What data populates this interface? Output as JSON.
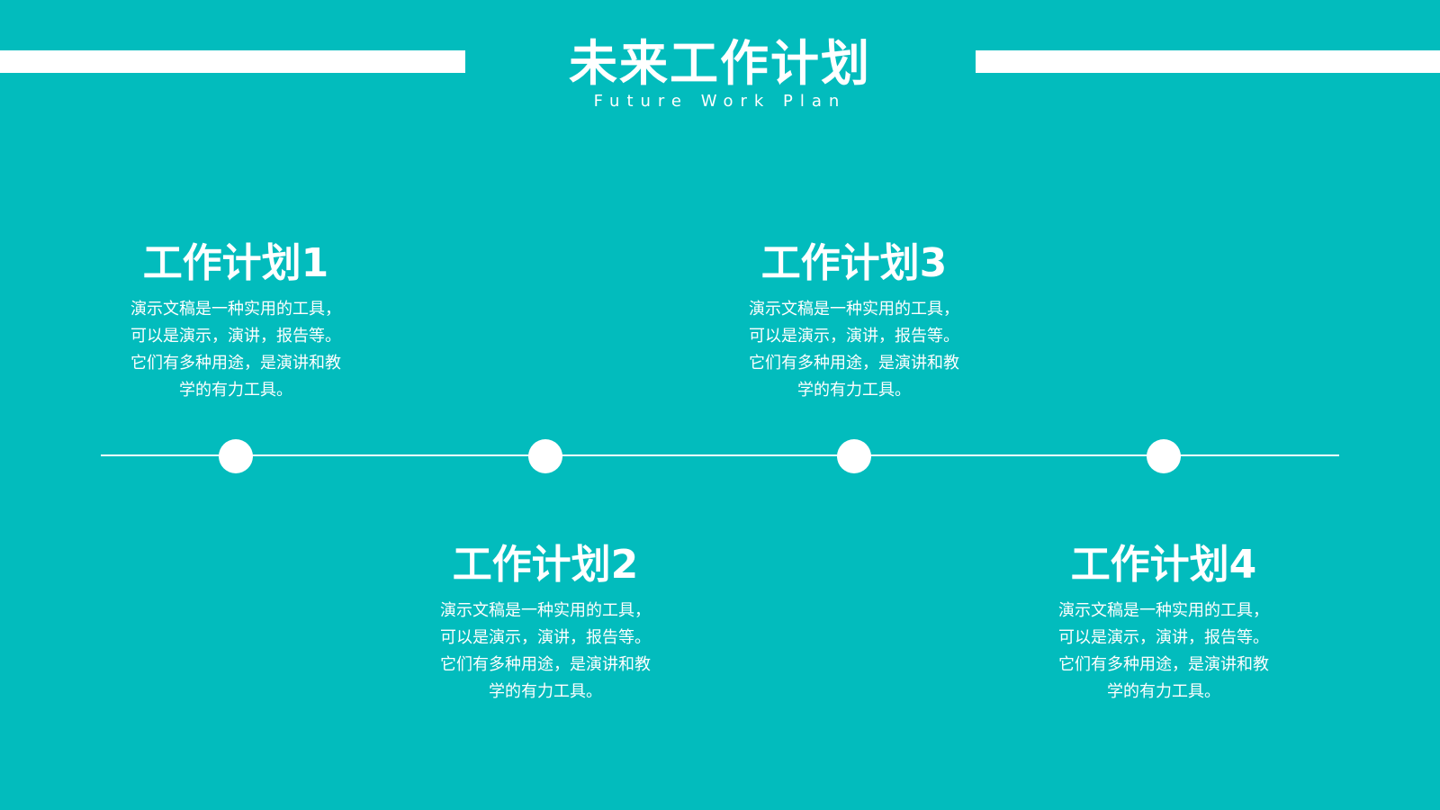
{
  "header": {
    "title": "未来工作计划",
    "subtitle": "Future Work Plan"
  },
  "plans": [
    {
      "title": "工作计划1",
      "lines": [
        "演示文稿是一种实用的工具，",
        "可以是演示，演讲，报告等。",
        "它们有多种用途，是演讲和教",
        "学的有力工具。"
      ]
    },
    {
      "title": "工作计划2",
      "lines": [
        "演示文稿是一种实用的工具，",
        "可以是演示，演讲，报告等。",
        "它们有多种用途，是演讲和教",
        "学的有力工具。"
      ]
    },
    {
      "title": "工作计划3",
      "lines": [
        "演示文稿是一种实用的工具，",
        "可以是演示，演讲，报告等。",
        "它们有多种用途，是演讲和教",
        "学的有力工具。"
      ]
    },
    {
      "title": "工作计划4",
      "lines": [
        "演示文稿是一种实用的工具，",
        "可以是演示，演讲，报告等。",
        "它们有多种用途，是演讲和教",
        "学的有力工具。"
      ]
    }
  ],
  "colors": {
    "background": "#02BCBD",
    "foreground": "#FFFFFF"
  }
}
